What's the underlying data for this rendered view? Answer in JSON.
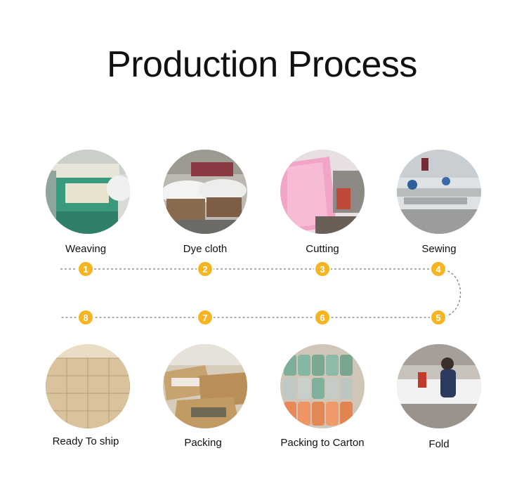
{
  "page": {
    "title": "Production Process"
  },
  "accent_color": "#F5B523",
  "steps": [
    {
      "number": "1",
      "label": "Weaving",
      "icon": "weaving-machine-photo"
    },
    {
      "number": "2",
      "label": "Dye cloth",
      "icon": "dyed-cloth-carts-photo"
    },
    {
      "number": "3",
      "label": "Cutting",
      "icon": "pink-fabric-cutting-photo"
    },
    {
      "number": "4",
      "label": "Sewing",
      "icon": "sewing-workshop-photo"
    },
    {
      "number": "5",
      "label": "Fold",
      "icon": "folding-worker-photo"
    },
    {
      "number": "6",
      "label": "Packing to Carton",
      "icon": "rolled-towels-photo"
    },
    {
      "number": "7",
      "label": "Packing",
      "icon": "open-cartons-photo"
    },
    {
      "number": "8",
      "label": "Ready To ship",
      "icon": "stacked-cartons-photo"
    }
  ]
}
